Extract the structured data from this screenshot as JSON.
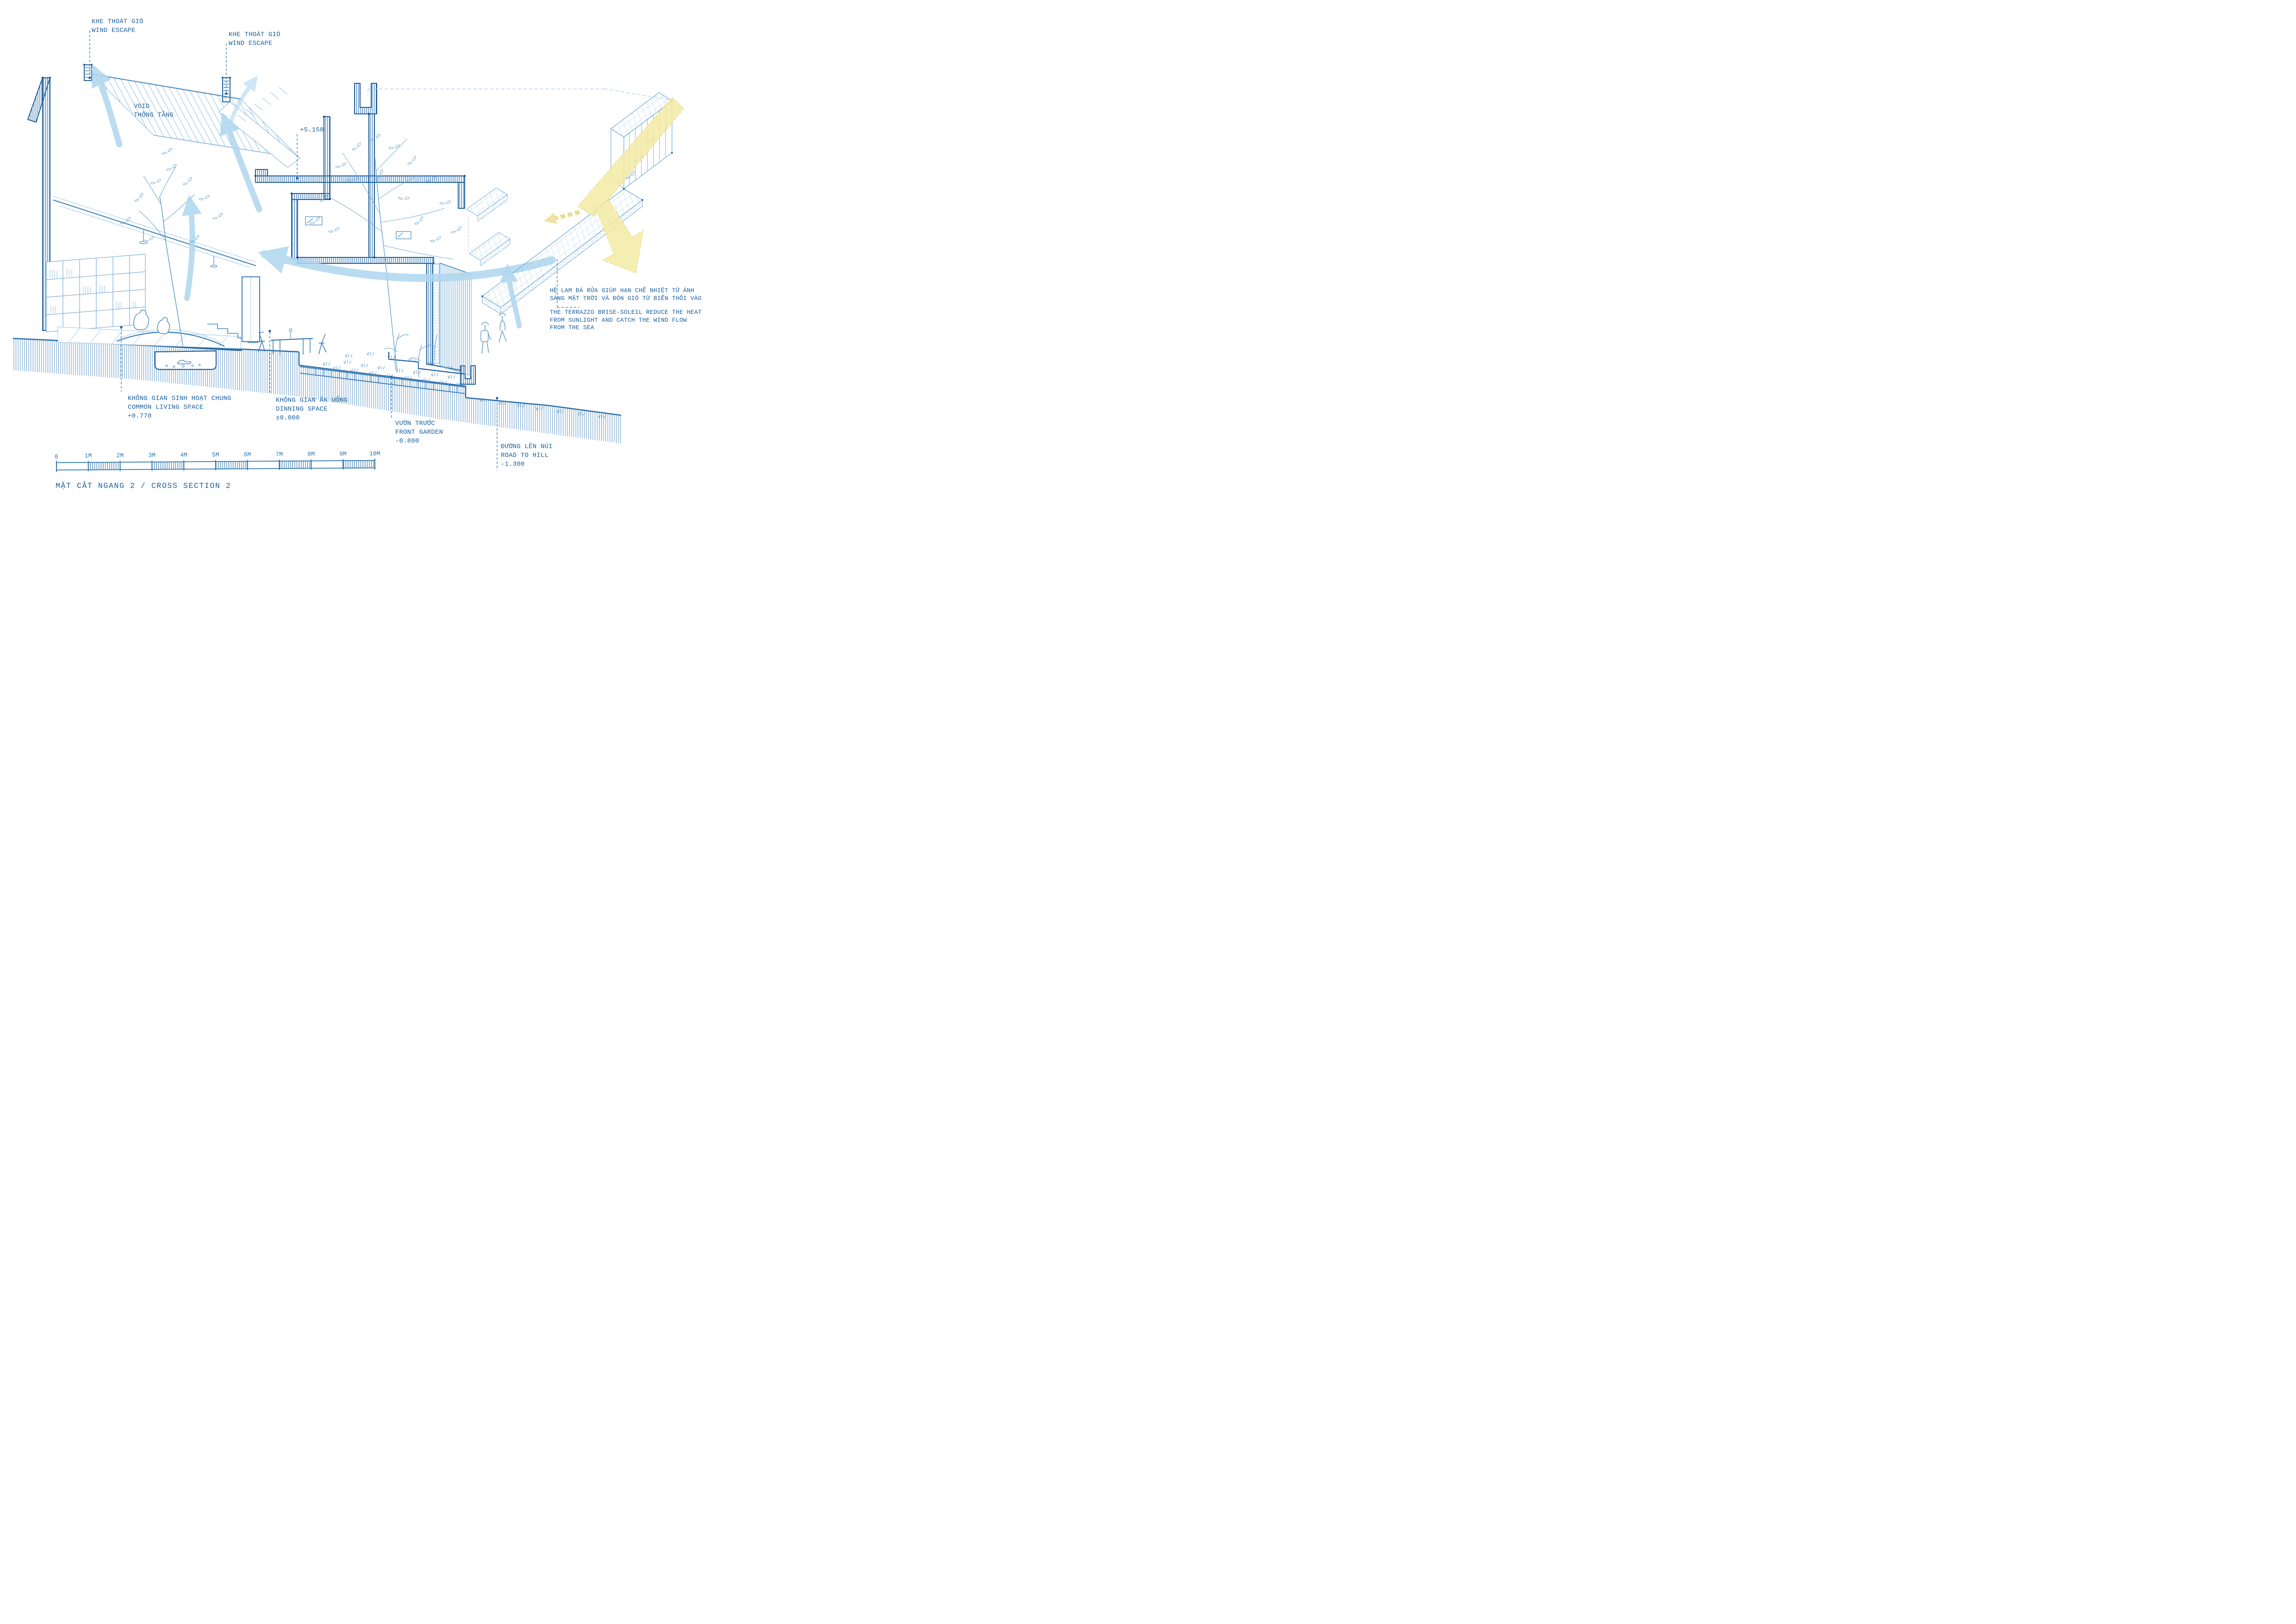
{
  "sheet": {
    "title": "MẶT CẮT NGANG 2 / CROSS SECTION 2"
  },
  "palette": {
    "ink_text": "#1a62a2",
    "ink_heavy": "#1f5f9d",
    "sketch_light": "#7aaed8",
    "wind_arrow": "#aed6ef",
    "sun_arrow": "#f4eba4",
    "paper": "#ffffff"
  },
  "annotations": {
    "wind_escape_1": {
      "vi": "KHE THOÁT GIÓ",
      "en": "WIND ESCAPE"
    },
    "wind_escape_2": {
      "vi": "KHE THOÁT GIÓ",
      "en": "WIND ESCAPE"
    },
    "void": {
      "en": "VOID",
      "vi": "THÔNG TẦNG"
    },
    "roof_level": {
      "value": "+5.150"
    },
    "living": {
      "vi": "KHÔNG GIAN SINH HOẠT CHUNG",
      "en": "COMMON LIVING SPACE",
      "level": "+0.770"
    },
    "dining": {
      "vi": "KHÔNG GIAN ĂN UỐNG",
      "en": "DINNING SPACE",
      "level": "±0.000"
    },
    "front_garden": {
      "vi": "VƯỜN TRƯỚC",
      "en": "FRONT GARDEN",
      "level": "-0.800"
    },
    "road": {
      "vi": "ĐƯỜNG LÊN NÚI",
      "en": "ROAD TO HILL",
      "level": "-1.300"
    },
    "brise_soleil": {
      "vi_1": "HỆ LAM ĐÁ RỬA GIÚP HẠN CHẾ NHIỆT TỪ ÁNH",
      "vi_2": "SÁNG MẶT TRỜI VÀ ĐÓN GIÓ TỪ BIỂN THỔI VÀO",
      "en_1": "THE TERRAZZO BRISE-SOLEIL REDUCE THE HEAT",
      "en_2": "FROM SUNLIGHT AND CATCH THE WIND FLOW",
      "en_3": "FROM THE SEA"
    }
  },
  "scale_bar": {
    "unit": "M",
    "ticks": [
      "0",
      "1M",
      "2M",
      "3M",
      "4M",
      "5M",
      "6M",
      "7M",
      "8M",
      "9M",
      "10M"
    ]
  }
}
